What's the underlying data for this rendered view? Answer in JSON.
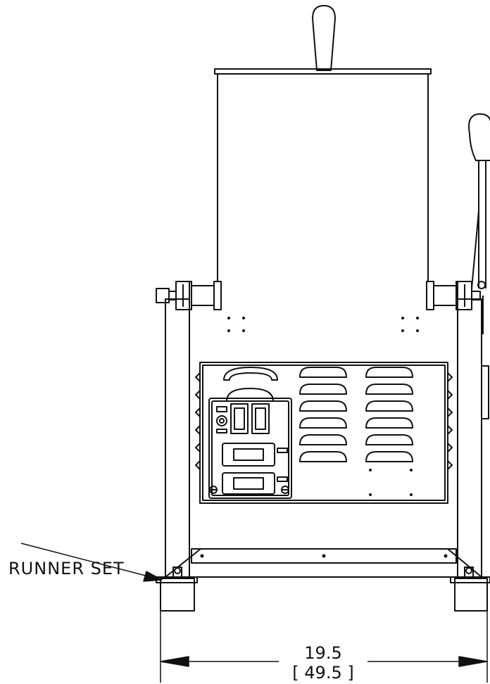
{
  "callout": {
    "text": "RUNNER SET"
  },
  "dimension": {
    "inches": "19.5",
    "cm": "[ 49.5 ]"
  },
  "colors": {
    "line": "#111111",
    "background": "#ffffff"
  }
}
